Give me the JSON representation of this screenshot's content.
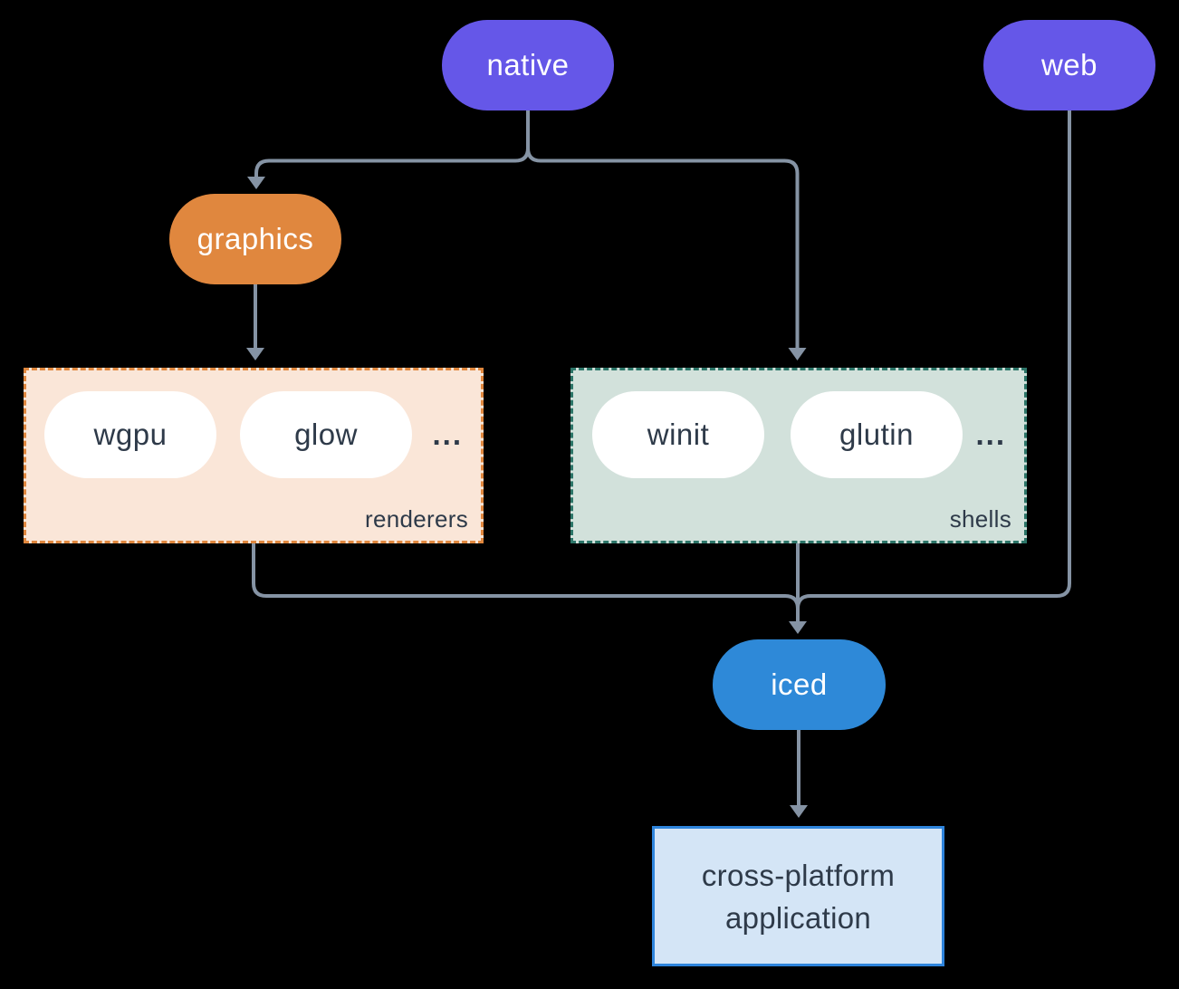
{
  "diagram": {
    "type": "flowchart",
    "background_color": "#000000",
    "connector_color": "#8593A4",
    "nodes": {
      "native": {
        "label": "native",
        "shape": "pill",
        "fill": "#6557E8",
        "text_color": "#FFFFFF"
      },
      "web": {
        "label": "web",
        "shape": "pill",
        "fill": "#6557E8",
        "text_color": "#FFFFFF"
      },
      "graphics": {
        "label": "graphics",
        "shape": "pill",
        "fill": "#E0873E",
        "text_color": "#FFFFFF"
      },
      "iced": {
        "label": "iced",
        "shape": "pill",
        "fill": "#2E89D8",
        "text_color": "#FFFFFF"
      },
      "application": {
        "label_line1": "cross-platform",
        "label_line2": "application",
        "shape": "rect",
        "fill": "#D4E5F6",
        "border": "#2E84DC",
        "text_color": "#2E3A49"
      }
    },
    "groups": {
      "renderers": {
        "label": "renderers",
        "fill": "#FAE6D8",
        "border": "#E0873E",
        "border_style": "dashed",
        "items": [
          "wgpu",
          "glow"
        ],
        "ellipsis": "...",
        "item_text_color": "#2E3A49"
      },
      "shells": {
        "label": "shells",
        "fill": "#D2E1DB",
        "border": "#2C7568",
        "border_style": "dashed",
        "items": [
          "winit",
          "glutin"
        ],
        "ellipsis": "...",
        "item_text_color": "#2E3A49"
      }
    },
    "edges": [
      {
        "from": "native",
        "to": "graphics",
        "arrow": true
      },
      {
        "from": "native",
        "to": "shells",
        "arrow": true
      },
      {
        "from": "graphics",
        "to": "renderers",
        "arrow": true
      },
      {
        "from": "renderers",
        "to": "iced",
        "arrow": true
      },
      {
        "from": "shells",
        "to": "iced",
        "arrow": true
      },
      {
        "from": "web",
        "to": "iced",
        "arrow": true
      },
      {
        "from": "iced",
        "to": "application",
        "arrow": true
      }
    ]
  }
}
